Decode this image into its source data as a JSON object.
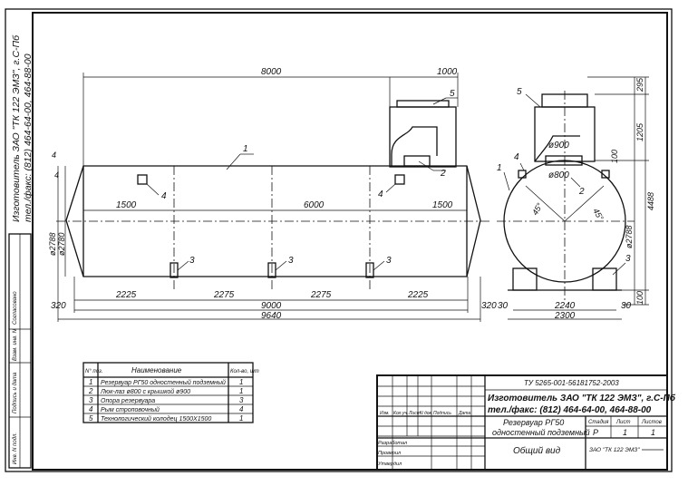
{
  "drawing": {
    "side_view": {
      "dims": {
        "total_body": "8000",
        "hatch_offset": "1000",
        "end_spacing_left": "1500",
        "middle_spacing": "6000",
        "end_spacing_right": "1500",
        "support_seg1": "2225",
        "support_seg2": "2275",
        "support_seg3": "2275",
        "support_seg4": "2225",
        "inner_length": "9000",
        "overall_length": "9640",
        "end_left": "320",
        "end_right": "320",
        "diam_outer": "ø2788",
        "diam_inner": "ø2780",
        "small_left": "4",
        "small_right": "4"
      },
      "callouts": {
        "shell": "1",
        "hatch": "2",
        "support": "3",
        "sling_left": "4",
        "sling_right": "4",
        "well": "5",
        "support_mid": "3",
        "support_right": "3"
      }
    },
    "end_view": {
      "dims": {
        "hatch_dia": "ø900",
        "manhole_dia": "ø800",
        "angle_left": "45°",
        "angle_right": "45°",
        "height_top": "295",
        "height_well": "1205",
        "height_total": "4488",
        "height_gap": "100",
        "height_bottom": "100",
        "diam": "ø2788",
        "base_width": "2240",
        "overall_width": "2300",
        "base_left": "30",
        "base_right": "30"
      },
      "callouts": {
        "shell": "1",
        "hatch": "2",
        "support": "3",
        "sling": "4",
        "well": "5"
      }
    }
  },
  "left_margin": {
    "manufacturer_vertical": "Изготовитель ЗАО \"ТК 122 ЭМЗ\", г.С-Пб",
    "phone_vertical": "тел./факс: (812) 464-64-00, 464-88-00",
    "strip_labels": [
      "Согласовано",
      "Взам. инв. N",
      "Подпись и дата",
      "Инв. N подл."
    ]
  },
  "parts_table": {
    "headers": {
      "pos": "N° поз.",
      "name": "Наименование",
      "qty": "Кол-во, шт"
    },
    "rows": [
      {
        "pos": "1",
        "name": "Резервуар РГ50 одностенный подземный",
        "qty": "1"
      },
      {
        "pos": "2",
        "name": "Люк-лаз ø800 с крышкой ø900",
        "qty": "1"
      },
      {
        "pos": "3",
        "name": "Опора резервуара",
        "qty": "3"
      },
      {
        "pos": "4",
        "name": "Рым строповочный",
        "qty": "4"
      },
      {
        "pos": "5",
        "name": "Технологический колодец 1500Х1500",
        "qty": "1"
      }
    ]
  },
  "title_block": {
    "doc_code": "ТУ 5265-001-56181752-2003",
    "manufacturer": "Изготовитель ЗАО \"ТК 122 ЭМЗ\", г.С-Пб",
    "phone": "тел./факс: (812) 464-64-00, 464-88-00",
    "col_headers": [
      "Изм.",
      "Кол.уч.",
      "Лист",
      "N док.",
      "Подпись",
      "Дата"
    ],
    "roles": [
      "Разработал",
      "Проверил",
      "Утвердил"
    ],
    "product_line1": "Резервуар РГ50",
    "product_line2": "одностенный подземный",
    "stage_label": "Стадия",
    "sheet_label": "Лист",
    "sheets_label": "Листов",
    "stage_value": "Р",
    "sheet_value": "1",
    "sheets_value": "1",
    "view_name": "Общий вид",
    "company": "ЗАО \"ТК 122 ЭМЗ\""
  }
}
